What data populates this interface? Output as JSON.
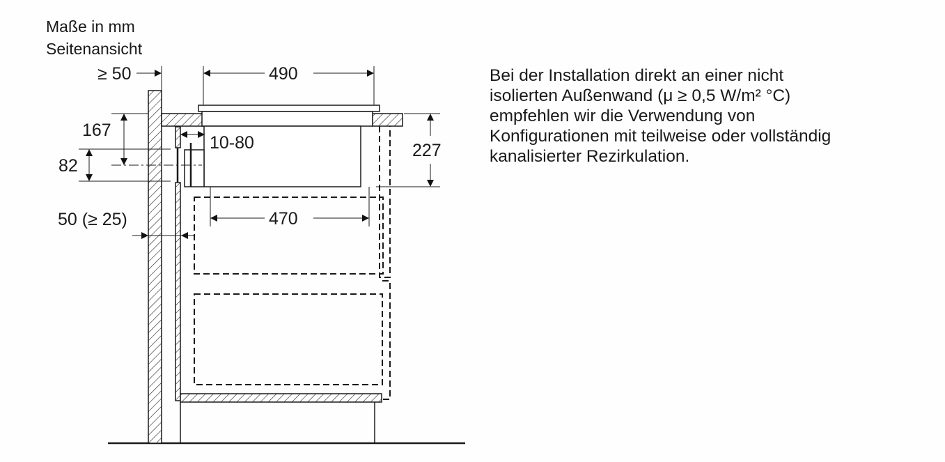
{
  "header": {
    "units_label": "Maße in mm",
    "view_label": "Seitenansicht"
  },
  "dimensions": {
    "wall_clearance": "≥ 50",
    "hob_width": "490",
    "unit_width": "470",
    "unit_height": "227",
    "duct_height": "167",
    "duct_diameter": "82",
    "duct_offset": "10-80",
    "back_gap": "50 (≥ 25)"
  },
  "note": {
    "lines": [
      "Bei der Installation direkt an einer nicht",
      "isolierten Außenwand (μ ≥ 0,5 W/m² °C)",
      "empfehlen wir die Verwendung von",
      "Konfigurationen mit teilweise oder vollständig",
      "kanalisierter Rezirkulation."
    ]
  }
}
